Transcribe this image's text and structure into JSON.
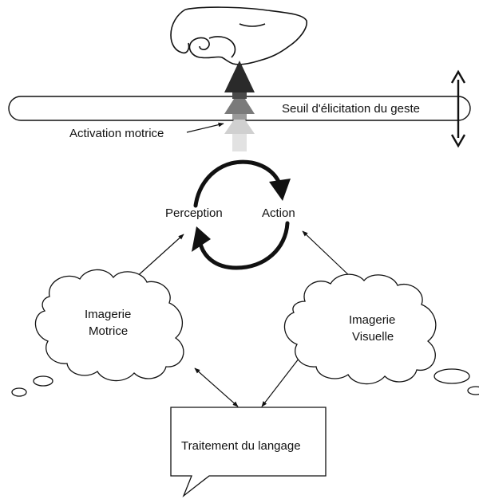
{
  "labels": {
    "threshold": "Seuil d'élicitation du geste",
    "motor_activation": "Activation motrice",
    "perception": "Perception",
    "action": "Action",
    "motor_imagery_line1": "Imagerie",
    "motor_imagery_line2": "Motrice",
    "visual_imagery_line1": "Imagerie",
    "visual_imagery_line2": "Visuelle",
    "language": "Traitement du langage"
  },
  "icons": {
    "hand": "hand-grasp-icon",
    "threshold_adjust": "double-vertical-arrow-icon"
  },
  "colors": {
    "stroke": "#111111",
    "activation_dark": "#2a2a2a",
    "activation_mid": "#7a7a7a",
    "activation_light": "#c8c8c8",
    "activation_lightest": "#e2e2e2"
  }
}
